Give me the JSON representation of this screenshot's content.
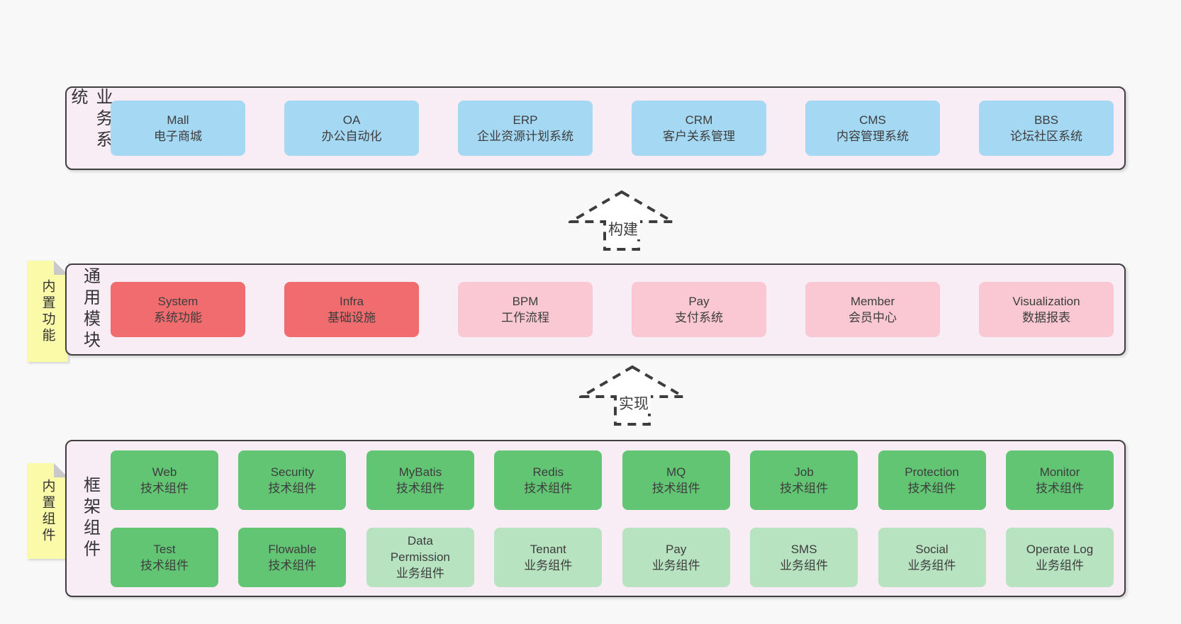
{
  "page": {
    "background": "#f8f8f8"
  },
  "colors": {
    "page_bg": "#f8f8f8",
    "panel_bg": "#f8ecf5",
    "panel_border": "#3f3f3f",
    "blue": "#a5d8f3",
    "red": "#f16c6e",
    "pink": "#f9c8d2",
    "green": "#62c573",
    "lightgreen": "#b7e3c1",
    "note_bg": "#fafaa9",
    "note_fold": "#c9c9c9",
    "text": "#3d3d3d"
  },
  "arrows": [
    {
      "label": "构建"
    },
    {
      "label": "实现"
    }
  ],
  "panels": [
    {
      "title": "业务系统",
      "note": null,
      "rows": [
        [
          {
            "en": "Mall",
            "zh": "电子商城",
            "type": "blue"
          },
          {
            "en": "OA",
            "zh": "办公自动化",
            "type": "blue"
          },
          {
            "en": "ERP",
            "zh": "企业资源计划系统",
            "type": "blue"
          },
          {
            "en": "CRM",
            "zh": "客户关系管理",
            "type": "blue"
          },
          {
            "en": "CMS",
            "zh": "内容管理系统",
            "type": "blue"
          },
          {
            "en": "BBS",
            "zh": "论坛社区系统",
            "type": "blue"
          }
        ]
      ]
    },
    {
      "title": "通用模块",
      "note": "内置功能",
      "rows": [
        [
          {
            "en": "System",
            "zh": "系统功能",
            "type": "red"
          },
          {
            "en": "Infra",
            "zh": "基础设施",
            "type": "red"
          },
          {
            "en": "BPM",
            "zh": "工作流程",
            "type": "pink"
          },
          {
            "en": "Pay",
            "zh": "支付系统",
            "type": "pink"
          },
          {
            "en": "Member",
            "zh": "会员中心",
            "type": "pink"
          },
          {
            "en": "Visualization",
            "zh": "数据报表",
            "type": "pink"
          }
        ]
      ]
    },
    {
      "title": "框架组件",
      "note": "内置组件",
      "rows": [
        [
          {
            "en": "Web",
            "zh": "技术组件",
            "type": "green"
          },
          {
            "en": "Security",
            "zh": "技术组件",
            "type": "green"
          },
          {
            "en": "MyBatis",
            "zh": "技术组件",
            "type": "green"
          },
          {
            "en": "Redis",
            "zh": "技术组件",
            "type": "green"
          },
          {
            "en": "MQ",
            "zh": "技术组件",
            "type": "green"
          },
          {
            "en": "Job",
            "zh": "技术组件",
            "type": "green"
          },
          {
            "en": "Protection",
            "zh": "技术组件",
            "type": "green"
          },
          {
            "en": "Monitor",
            "zh": "技术组件",
            "type": "green"
          }
        ],
        [
          {
            "en": "Test",
            "zh": "技术组件",
            "type": "green"
          },
          {
            "en": "Flowable",
            "zh": "技术组件",
            "type": "green"
          },
          {
            "en": "Data Permission",
            "zh": "业务组件",
            "type": "lightgreen"
          },
          {
            "en": "Tenant",
            "zh": "业务组件",
            "type": "lightgreen"
          },
          {
            "en": "Pay",
            "zh": "业务组件",
            "type": "lightgreen"
          },
          {
            "en": "SMS",
            "zh": "业务组件",
            "type": "lightgreen"
          },
          {
            "en": "Social",
            "zh": "业务组件",
            "type": "lightgreen"
          },
          {
            "en": "Operate Log",
            "zh": "业务组件",
            "type": "lightgreen"
          }
        ]
      ]
    }
  ]
}
